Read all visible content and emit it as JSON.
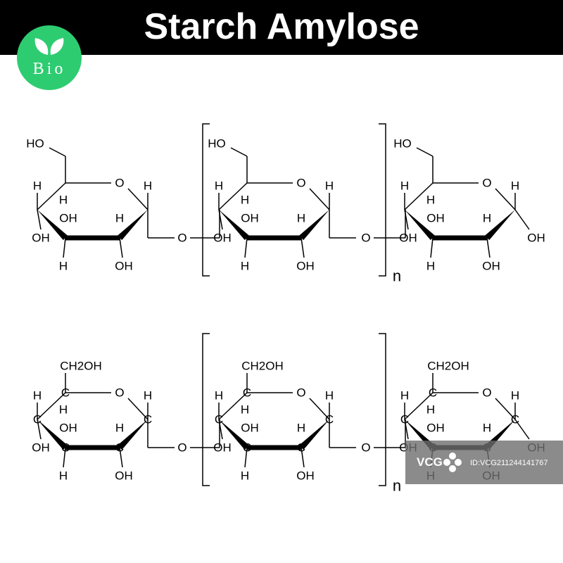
{
  "header": {
    "title": "Starch Amylose",
    "background": "#000000",
    "title_color": "#ffffff"
  },
  "badge": {
    "text": "Bio",
    "color": "#2ecc71",
    "icon": "leaf-icon"
  },
  "atoms": {
    "ring_oxygen": "O",
    "hydrogen": "H",
    "hydroxyl": "OH",
    "hydroxymethyl_skeletal": "HO",
    "hydroxymethyl_full": "CH2OH",
    "carbon": "C",
    "bridge_oxygen": "O",
    "repeat_subscript": "n"
  },
  "watermark": {
    "logo": "VCG",
    "id": "ID:VCG211244141767"
  }
}
